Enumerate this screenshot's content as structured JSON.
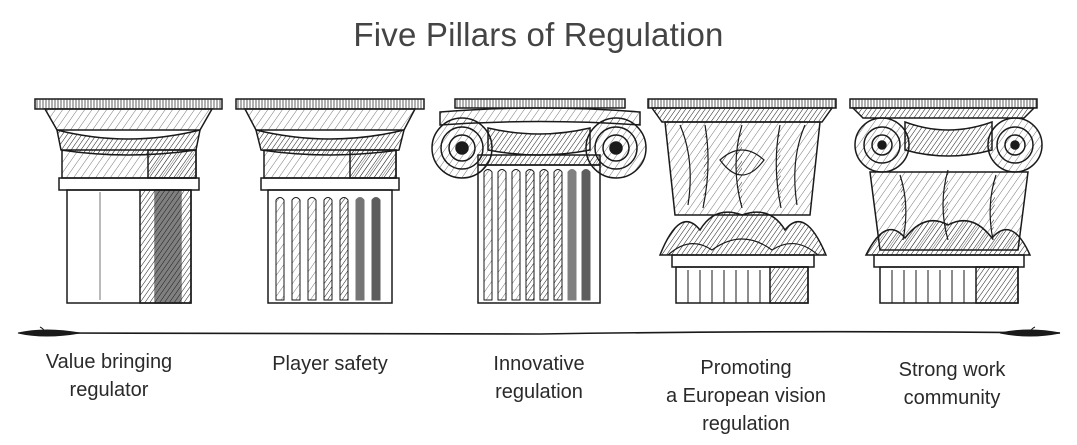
{
  "title": "Five Pillars of Regulation",
  "pillars": [
    {
      "lines": [
        "Value bringing",
        "regulator"
      ],
      "order": "doric-plain",
      "icon": "doric-column-icon"
    },
    {
      "lines": [
        "Player safety"
      ],
      "order": "doric-fluted",
      "icon": "fluted-doric-column-icon"
    },
    {
      "lines": [
        "Innovative",
        "regulation"
      ],
      "order": "ionic",
      "icon": "ionic-column-icon"
    },
    {
      "lines": [
        "Promoting",
        "a European vision",
        "regulation"
      ],
      "order": "corinthian",
      "icon": "corinthian-column-icon"
    },
    {
      "lines": [
        "Strong work",
        "community"
      ],
      "order": "composite",
      "icon": "composite-column-icon"
    }
  ],
  "colors": {
    "ink": "#1a1a1a",
    "background": "#ffffff",
    "text": "#333333"
  }
}
